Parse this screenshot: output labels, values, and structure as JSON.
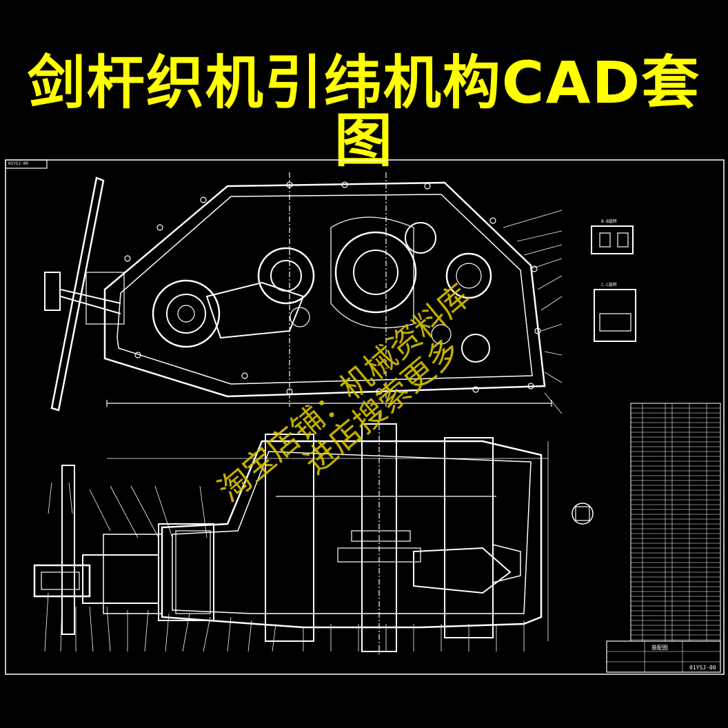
{
  "title": "剑杆织机引纬机构CAD套图",
  "drawing_number_top": "01YSJ-00",
  "drawing_number_bottom": "01YSJ-00",
  "title_block_name": "装配图",
  "section_labels": {
    "bb": "B-B旋转",
    "cc": "C-C旋转"
  },
  "watermark": {
    "line1": "淘宝店铺：机械资料库",
    "line2": "进店搜索更多"
  },
  "colors": {
    "title": "#ffff00",
    "lines": "#ffffff",
    "watermark": "#d8c300",
    "background": "#000000"
  }
}
